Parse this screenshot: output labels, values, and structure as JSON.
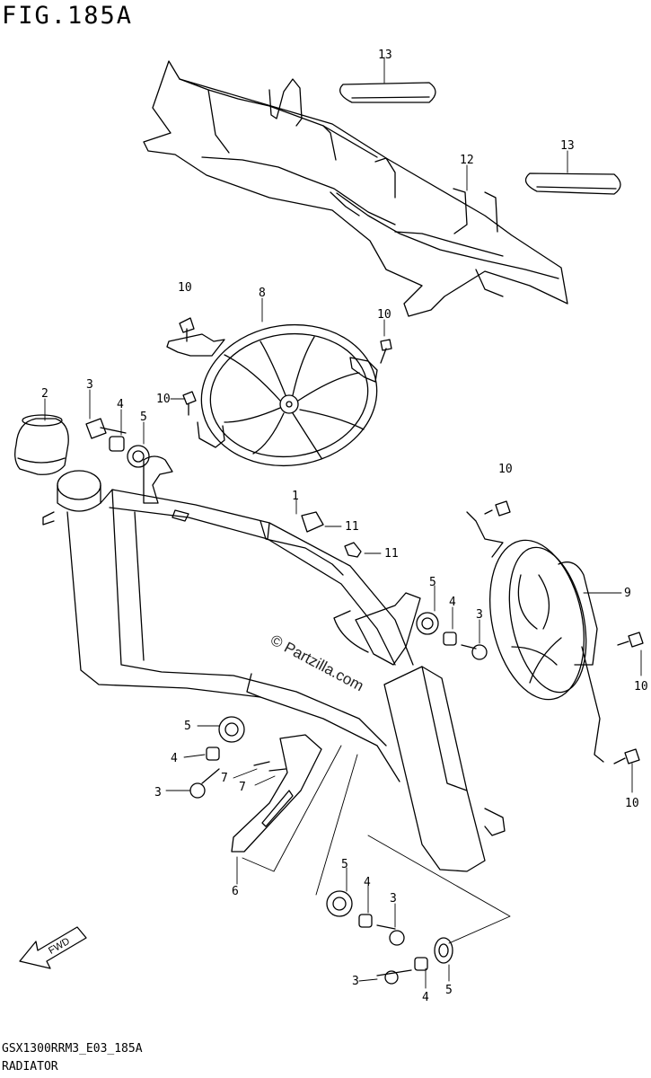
{
  "title": "FIG.185A",
  "drawing_code": "GSX1300RRM3_E03_185A",
  "caption": "RADIATOR",
  "watermark": "© Partzilla.com",
  "fwd_label": "FWD",
  "callouts": [
    "1",
    "2",
    "3",
    "3",
    "3",
    "3",
    "4",
    "4",
    "4",
    "4",
    "5",
    "5",
    "5",
    "5",
    "6",
    "7",
    "7",
    "8",
    "9",
    "10",
    "10",
    "10",
    "10",
    "10",
    "10",
    "11",
    "11",
    "12",
    "13",
    "13"
  ]
}
